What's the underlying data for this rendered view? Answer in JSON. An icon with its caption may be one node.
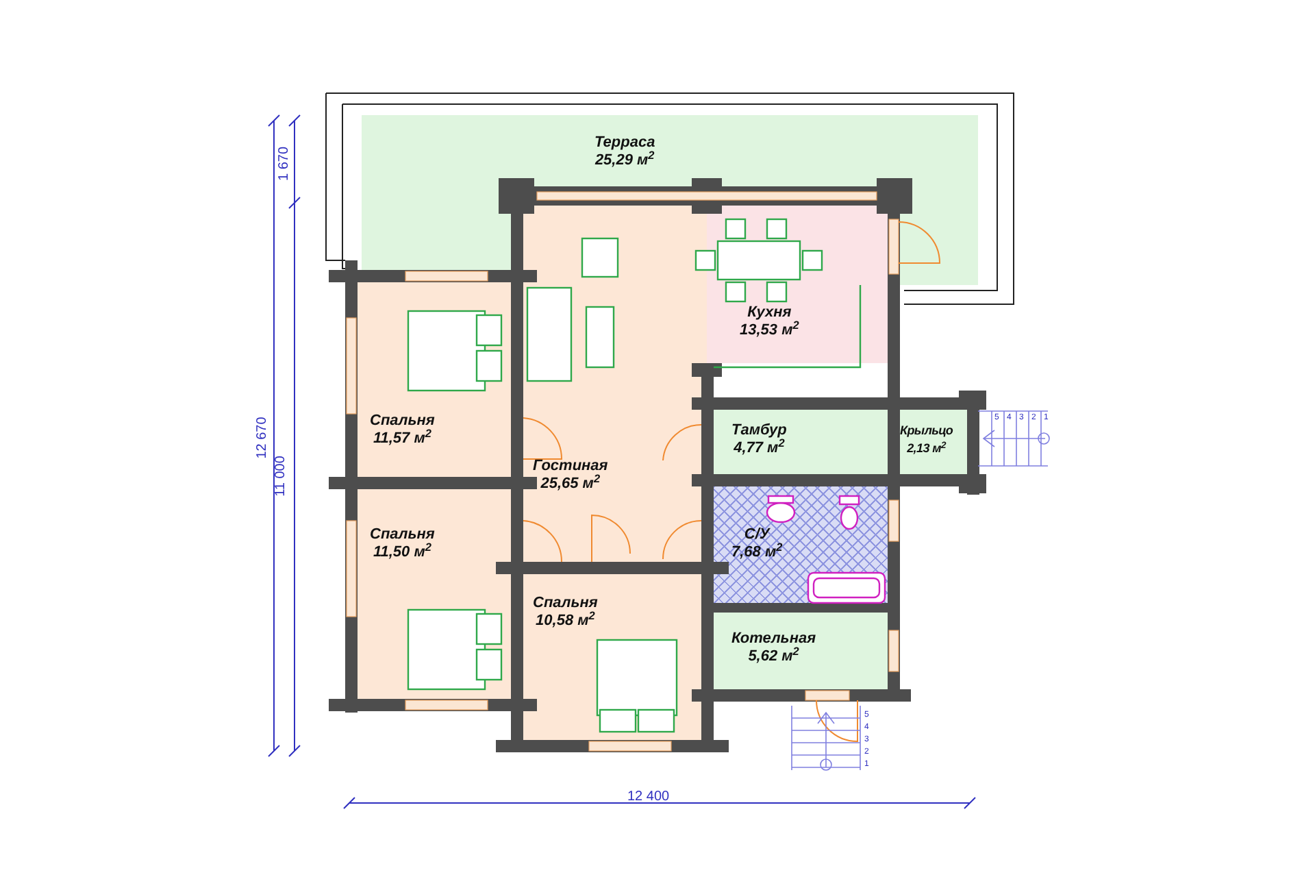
{
  "diagram": {
    "nodes": [
      {
        "text": [
          "Терраса",
          "25,29 м$^{2}$"
        ]
      },
      {
        "text": [
          "Кухня",
          "13,53 м$^{2}$"
        ]
      },
      {
        "text": [
          "Спальня",
          "11,57 м$^{2}$"
        ]
      },
      {
        "text": [
          "Гостиная",
          "25,65 м$^{2}$"
        ]
      },
      {
        "text": [
          "Тамбур",
          "4,77 м$^{2}$"
        ]
      },
      {
        "text": [
          "Крыльцо",
          "2,13 м$^{2}$"
        ]
      },
      {
        "text": [
          "Спальня",
          "11,50 м$^{2}$"
        ]
      },
      {
        "text": [
          "С/У",
          "7,68 м$^{2}$"
        ]
      },
      {
        "text": [
          "Спальня",
          "10,58 м$^{2}$"
        ]
      },
      {
        "text": [
          "Котельная",
          "5,62 м$^{2}$"
        ]
      }
    ],
    "labels": [
      "12 670",
      "1 670",
      "11 000",
      "12 400",
      "5",
      "4",
      "3",
      "2",
      "1",
      "5",
      "4",
      "3",
      "2",
      "1"
    ]
  }
}
